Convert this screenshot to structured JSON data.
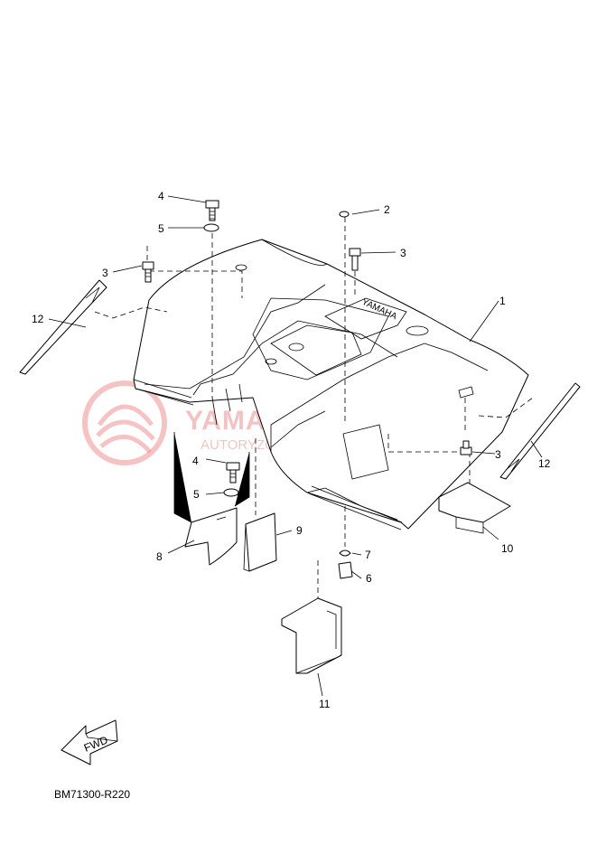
{
  "diagram": {
    "code": "BM71300-R220",
    "fwd_label": "FWD",
    "logo_text": "YAMAHA",
    "watermark": {
      "main": "YAMAHASKLEP.PL",
      "sub": "AUTORYZOWANY DEALER YAMAHA",
      "color": "#e87a7a"
    },
    "callouts": [
      {
        "id": "c1",
        "label": "1"
      },
      {
        "id": "c2",
        "label": "2"
      },
      {
        "id": "c3a",
        "label": "3"
      },
      {
        "id": "c3b",
        "label": "3"
      },
      {
        "id": "c3c",
        "label": "3"
      },
      {
        "id": "c4a",
        "label": "4"
      },
      {
        "id": "c4b",
        "label": "4"
      },
      {
        "id": "c5a",
        "label": "5"
      },
      {
        "id": "c5b",
        "label": "5"
      },
      {
        "id": "c6",
        "label": "6"
      },
      {
        "id": "c7",
        "label": "7"
      },
      {
        "id": "c8",
        "label": "8"
      },
      {
        "id": "c9",
        "label": "9"
      },
      {
        "id": "c10",
        "label": "10"
      },
      {
        "id": "c11",
        "label": "11"
      },
      {
        "id": "c12a",
        "label": "12"
      },
      {
        "id": "c12b",
        "label": "12"
      }
    ]
  }
}
